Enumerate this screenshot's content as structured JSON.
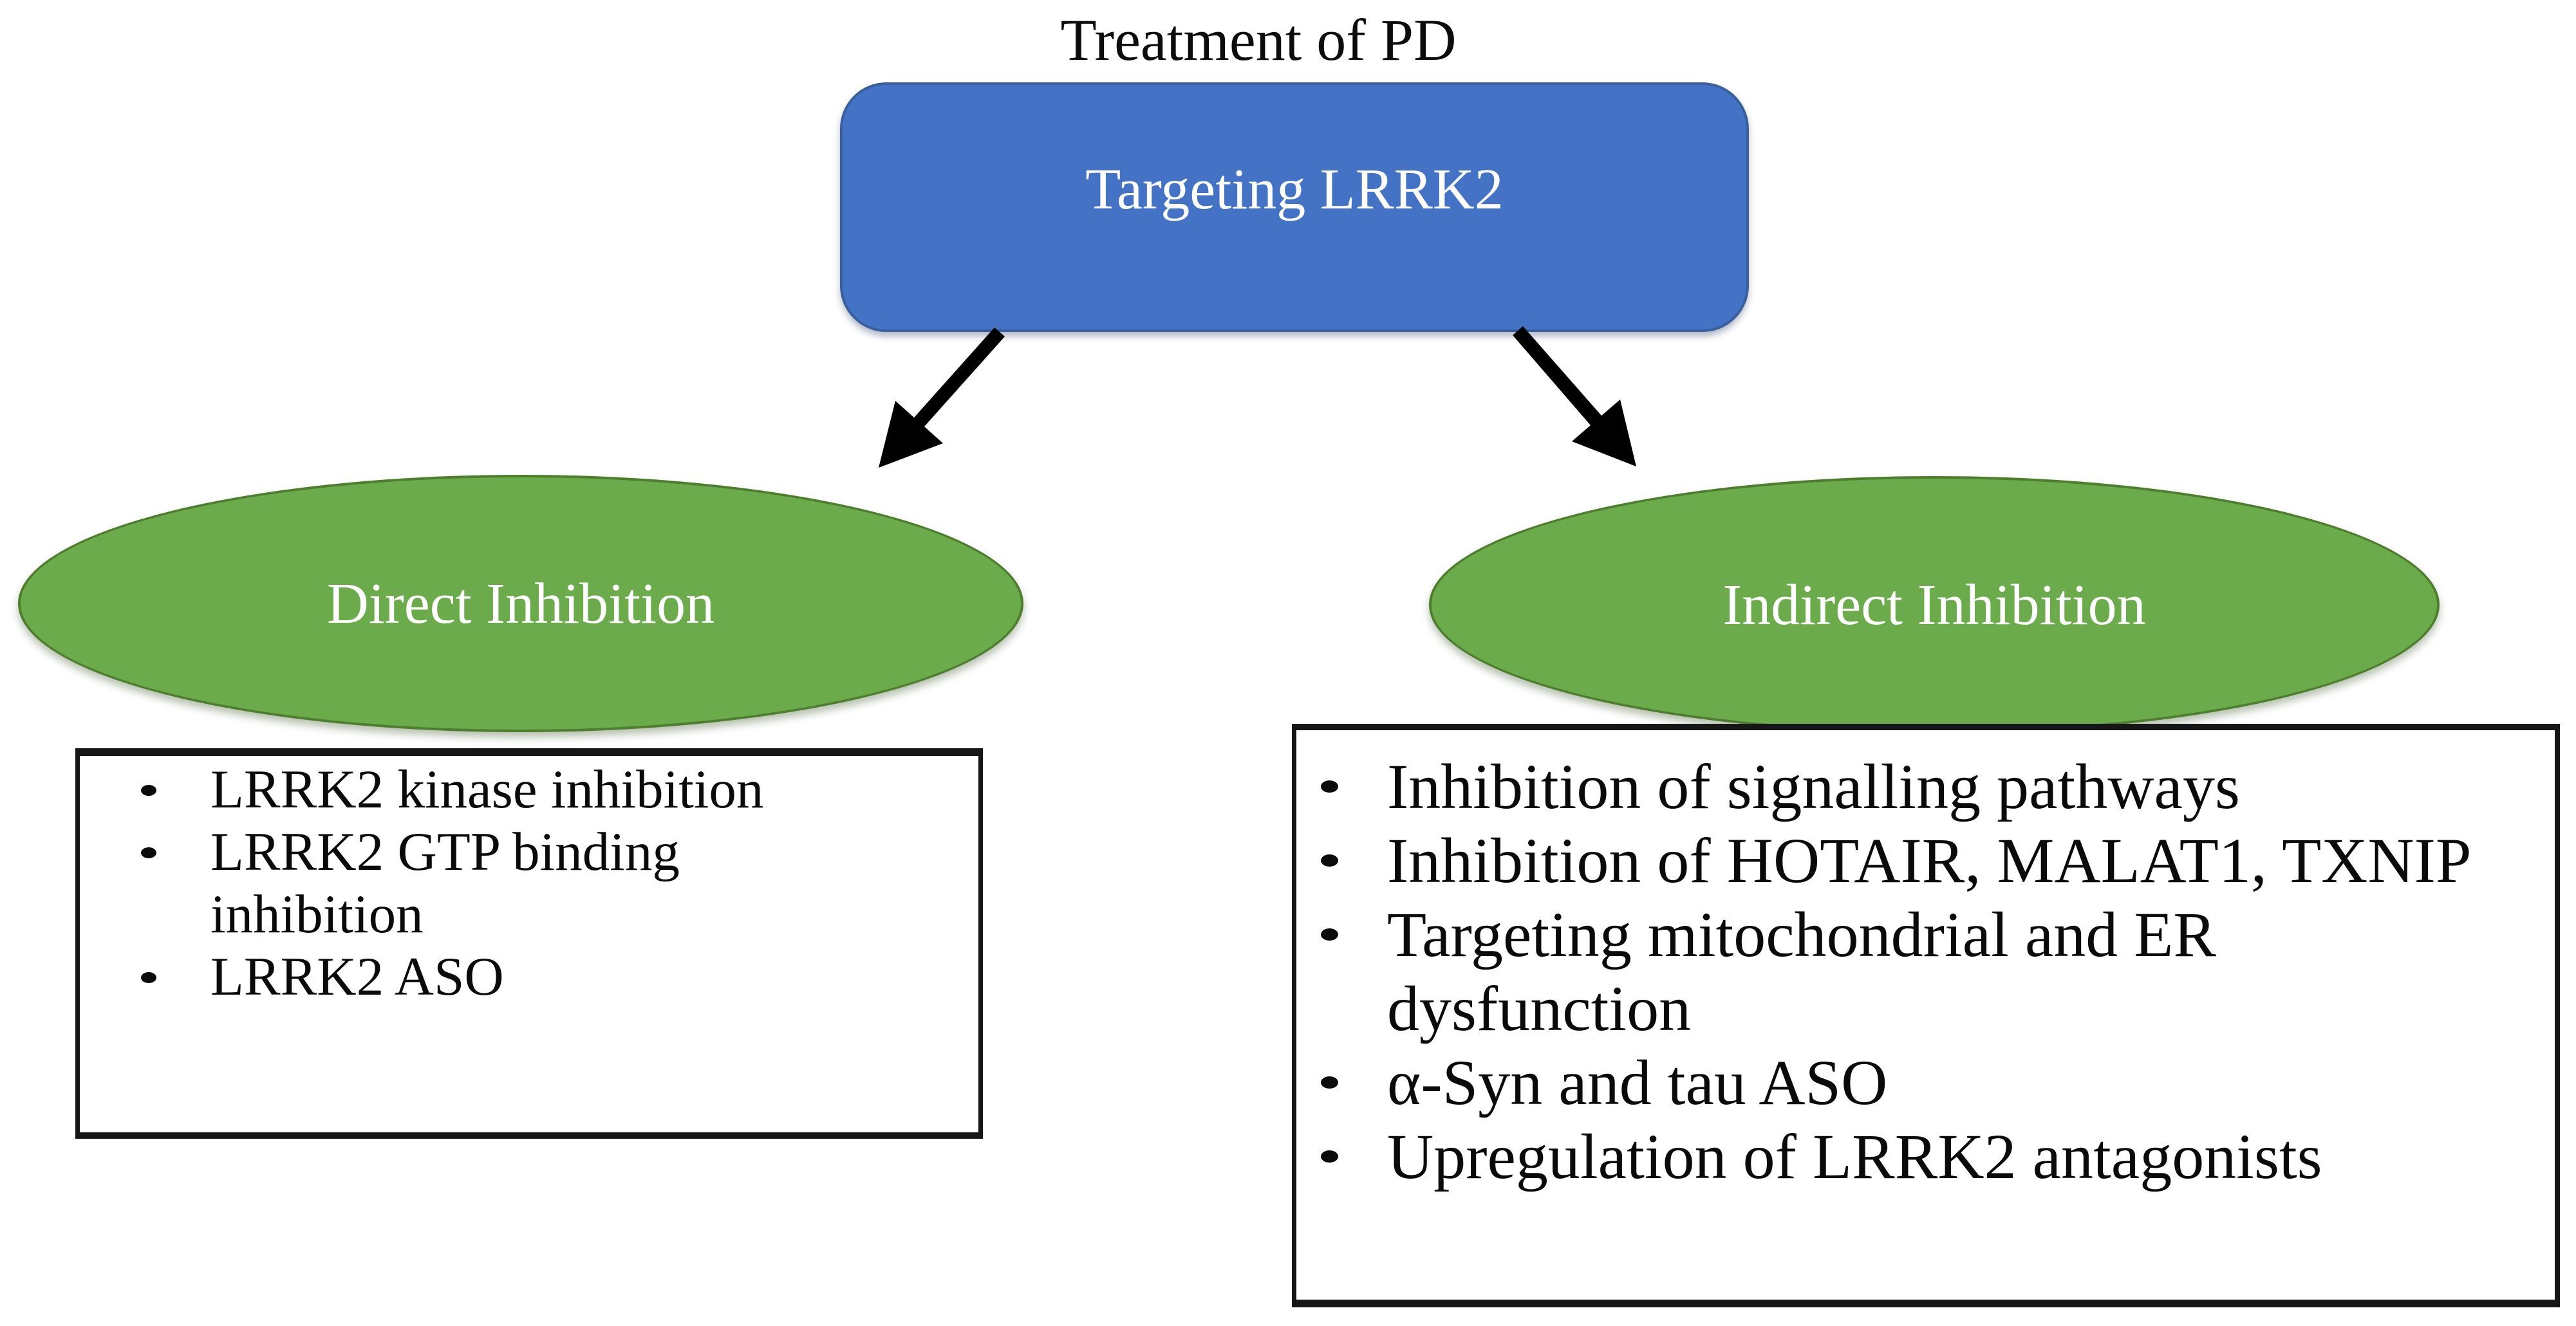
{
  "diagram": {
    "title": "Treatment of PD",
    "root": {
      "label": "Targeting LRRK2"
    },
    "branches": [
      {
        "label": "Direct Inhibition",
        "items": [
          "LRRK2 kinase inhibition",
          "LRRK2 GTP binding\ninhibition",
          "LRRK2 ASO"
        ]
      },
      {
        "label": "Indirect Inhibition",
        "items": [
          "Inhibition of signalling pathways",
          "Inhibition of HOTAIR, MALAT1, TXNIP",
          "Targeting mitochondrial and ER\ndysfunction",
          "α-Syn and tau ASO",
          "Upregulation of LRRK2 antagonists"
        ]
      }
    ],
    "colors": {
      "root_fill": "#4473C5",
      "root_border": "#3A5F9C",
      "branch_fill": "#6CAB4B",
      "branch_border": "#4F7D2F",
      "arrow": "#000000",
      "box_border": "#161616",
      "node_text": "#FFFFFF",
      "text": "#0A0A0A",
      "background": "#FFFFFF"
    }
  }
}
